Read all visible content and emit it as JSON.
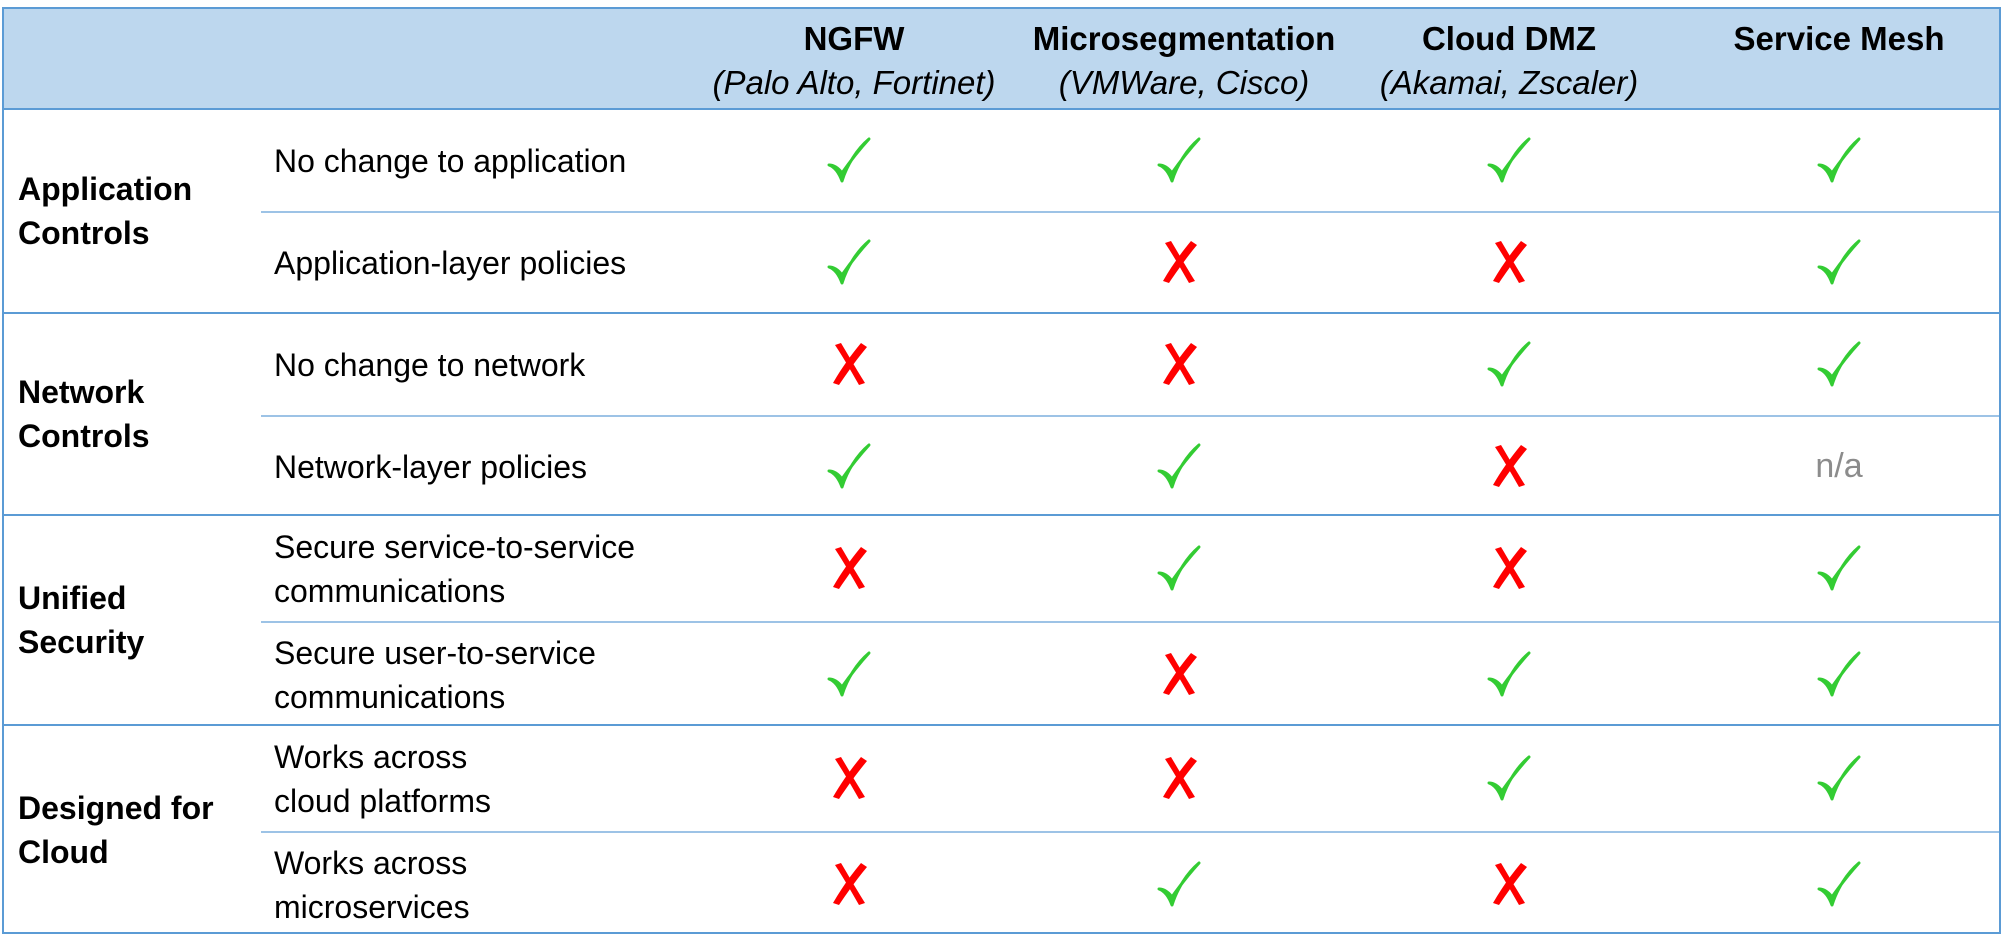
{
  "columns": [
    {
      "name": "NGFW",
      "vendors": "(Palo Alto, Fortinet)"
    },
    {
      "name": "Microsegmentation",
      "vendors": "(VMWare, Cisco)"
    },
    {
      "name": "Cloud DMZ",
      "vendors": "(Akamai, Zscaler)"
    },
    {
      "name": "Service Mesh",
      "vendors": ""
    }
  ],
  "groups": [
    {
      "label": "Application Controls",
      "rows": [
        {
          "feature": "No change to application",
          "values": [
            "check",
            "check",
            "check",
            "check"
          ]
        },
        {
          "feature": "Application-layer policies",
          "values": [
            "check",
            "cross",
            "cross",
            "check"
          ]
        }
      ]
    },
    {
      "label": "Network Controls",
      "rows": [
        {
          "feature": "No change to network",
          "values": [
            "cross",
            "cross",
            "check",
            "check"
          ]
        },
        {
          "feature": "Network-layer policies",
          "values": [
            "check",
            "check",
            "cross",
            "n/a"
          ]
        }
      ]
    },
    {
      "label": "Unified Security",
      "rows": [
        {
          "feature": "Secure service-to-service\ncommunications",
          "values": [
            "cross",
            "check",
            "cross",
            "check"
          ]
        },
        {
          "feature": "Secure user-to-service\ncommunications",
          "values": [
            "check",
            "cross",
            "check",
            "check"
          ]
        }
      ]
    },
    {
      "label": "Designed for Cloud",
      "rows": [
        {
          "feature": "Works across\ncloud platforms",
          "values": [
            "cross",
            "cross",
            "check",
            "check"
          ]
        },
        {
          "feature": "Works across\nmicroservices",
          "values": [
            "cross",
            "check",
            "cross",
            "check"
          ]
        }
      ]
    }
  ],
  "icons": {
    "check": "checkmark-icon",
    "cross": "cross-icon"
  },
  "colors": {
    "check": "#33cc33",
    "cross": "#ff0000",
    "header_bg": "#bdd7ee",
    "border": "#5b9bd5",
    "na": "#8c8c8c"
  }
}
